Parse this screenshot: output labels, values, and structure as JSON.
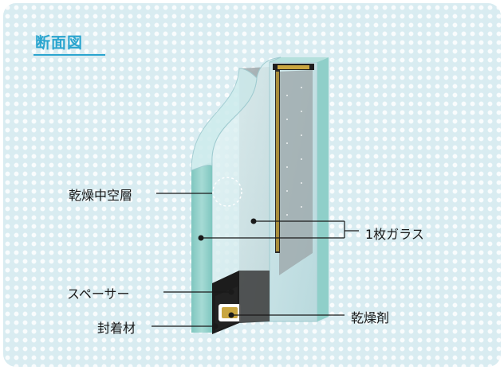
{
  "title": "断面図",
  "labels": {
    "dry_air_layer": "乾燥中空層",
    "glass": "1枚ガラス",
    "spacer": "スペーサー",
    "desiccant": "乾燥剤",
    "sealant": "封着材"
  },
  "colors": {
    "background": "#d9ecf1",
    "title": "#2aa5cf",
    "glass_edge": "#8fcfc9",
    "glass_face": "#d6eef0",
    "spacer_frame": "#222222",
    "desiccant": "#c9a640"
  }
}
